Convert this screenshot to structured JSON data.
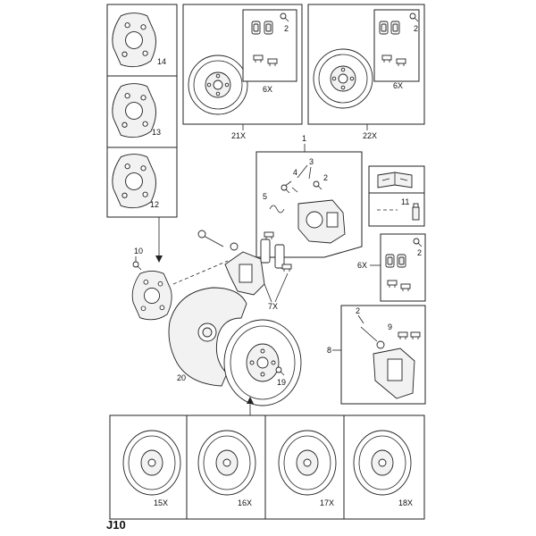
{
  "page_code": "J10",
  "callouts": {
    "c14": "14",
    "c13": "13",
    "c12": "12",
    "c10": "10",
    "c21x": "21X",
    "c22x": "22X",
    "c6x_a": "6X",
    "c6x_b": "6X",
    "c6x_c": "6X",
    "c2_a": "2",
    "c2_b": "2",
    "c2_c": "2",
    "c2_d": "2",
    "c2_e": "2",
    "c1": "1",
    "c3": "3",
    "c4": "4",
    "c5": "5",
    "c11": "11",
    "c7x": "7X",
    "c8": "8",
    "c9": "9",
    "c20": "20",
    "c19": "19",
    "c15x": "15X",
    "c16x": "16X",
    "c17x": "17X",
    "c18x": "18X"
  }
}
